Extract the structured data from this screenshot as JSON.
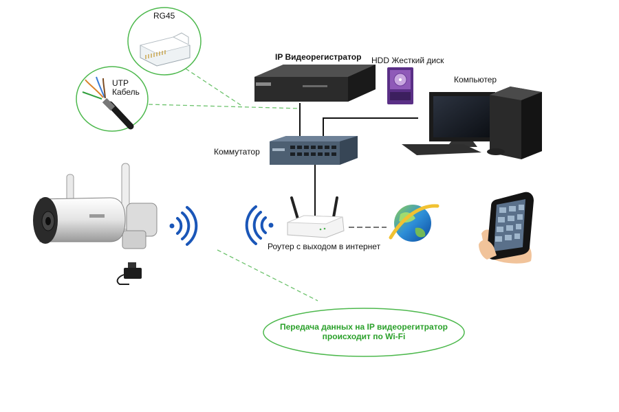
{
  "labels": {
    "rg45": "RG45",
    "utp_line1": "UTP",
    "utp_line2": "Кабель",
    "nvr": "IP Видеорегистратор",
    "hdd": "HDD Жесткий диск",
    "computer": "Компьютер",
    "switch": "Коммутатор",
    "router": "Роутер с выходом в интернет"
  },
  "callout": {
    "line1": "Передача данных на IP видеорегитратор",
    "line2": "происходит по Wi-Fi"
  },
  "colors": {
    "callout_green": "#2aa02a",
    "dash_green": "#6cc26c",
    "wifi_blue": "#1a56b8",
    "hdd_purple": "#7b3fa8"
  },
  "icons": [
    "rj45-connector-icon",
    "utp-cable-icon",
    "nvr-device-icon",
    "hdd-icon",
    "computer-icon",
    "network-switch-icon",
    "wifi-router-icon",
    "internet-globe-icon",
    "smartphone-icon",
    "ip-camera-icon",
    "power-adapter-icon",
    "wifi-signal-icon"
  ]
}
